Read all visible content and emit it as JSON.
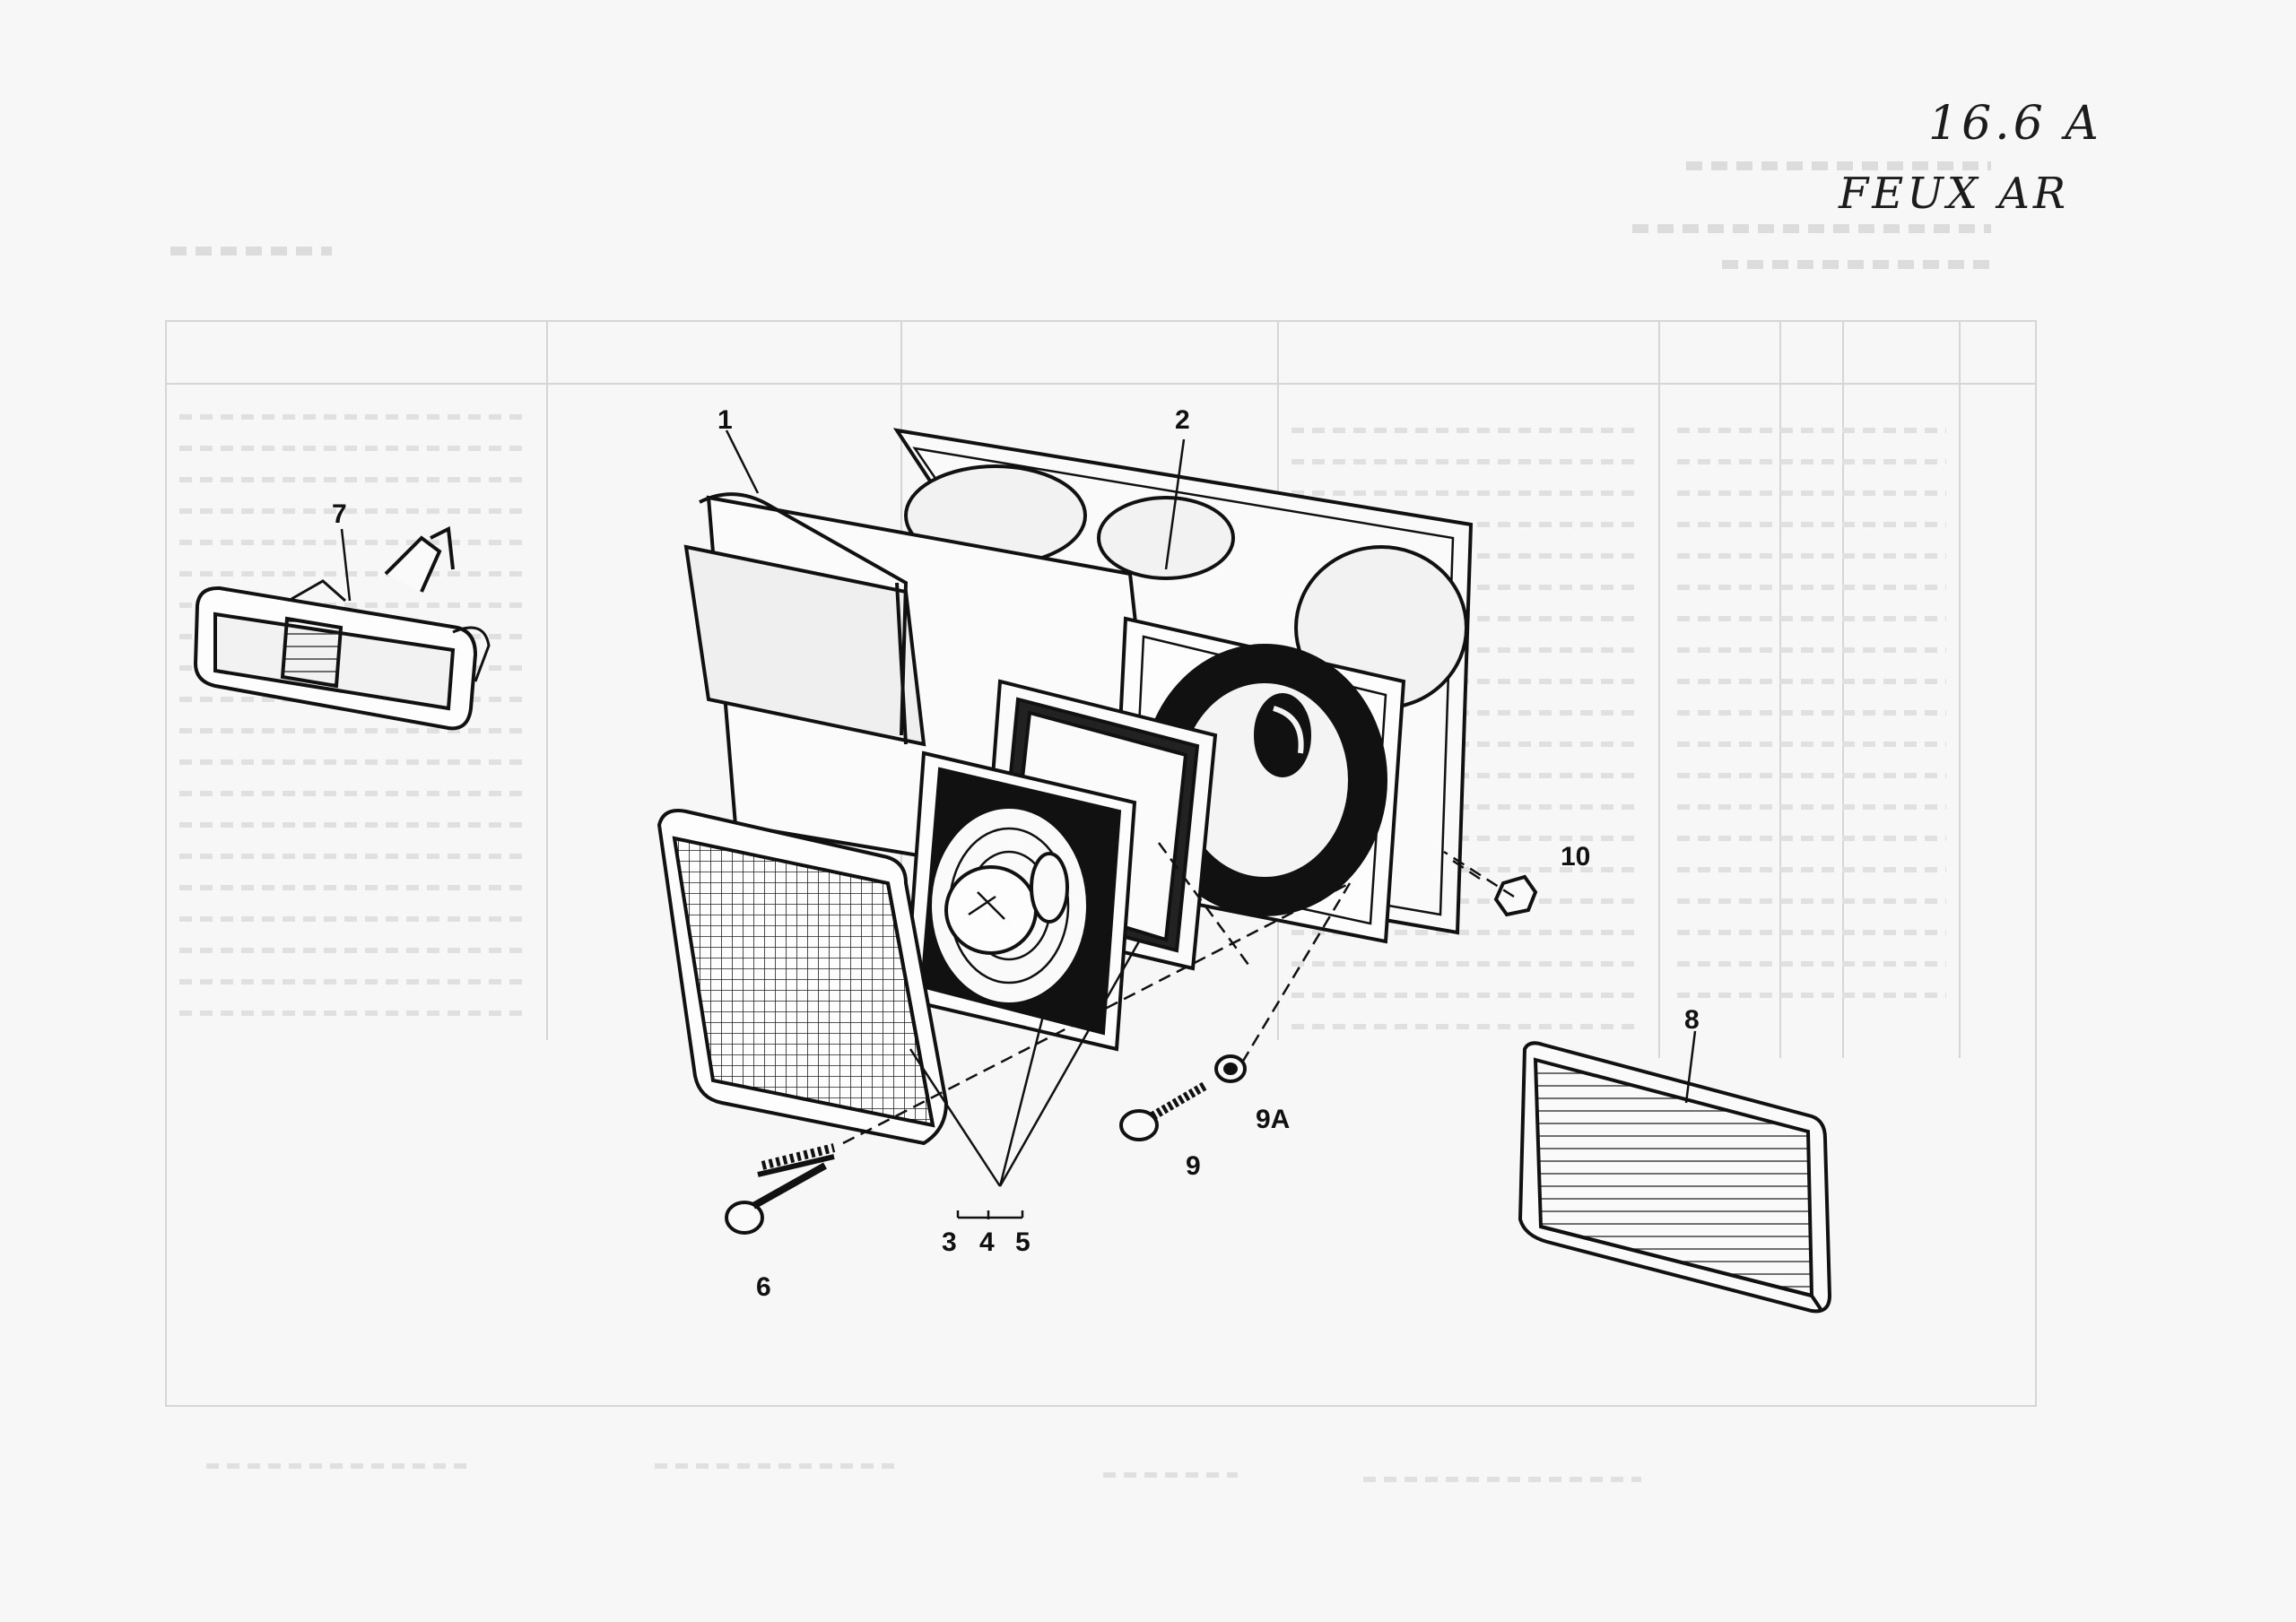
{
  "header": {
    "ref_number": "16.6 A",
    "section_title": "FEUX AR"
  },
  "callouts": {
    "c1": "1",
    "c2": "2",
    "c3": "3",
    "c4": "4",
    "c5": "5",
    "c6": "6",
    "c7": "7",
    "c8": "8",
    "c9": "9",
    "c9a": "9A",
    "c10": "10"
  },
  "colors": {
    "ink": "#111111",
    "paper": "#f7f7f7",
    "ghost_table": "#d2d2d2"
  }
}
